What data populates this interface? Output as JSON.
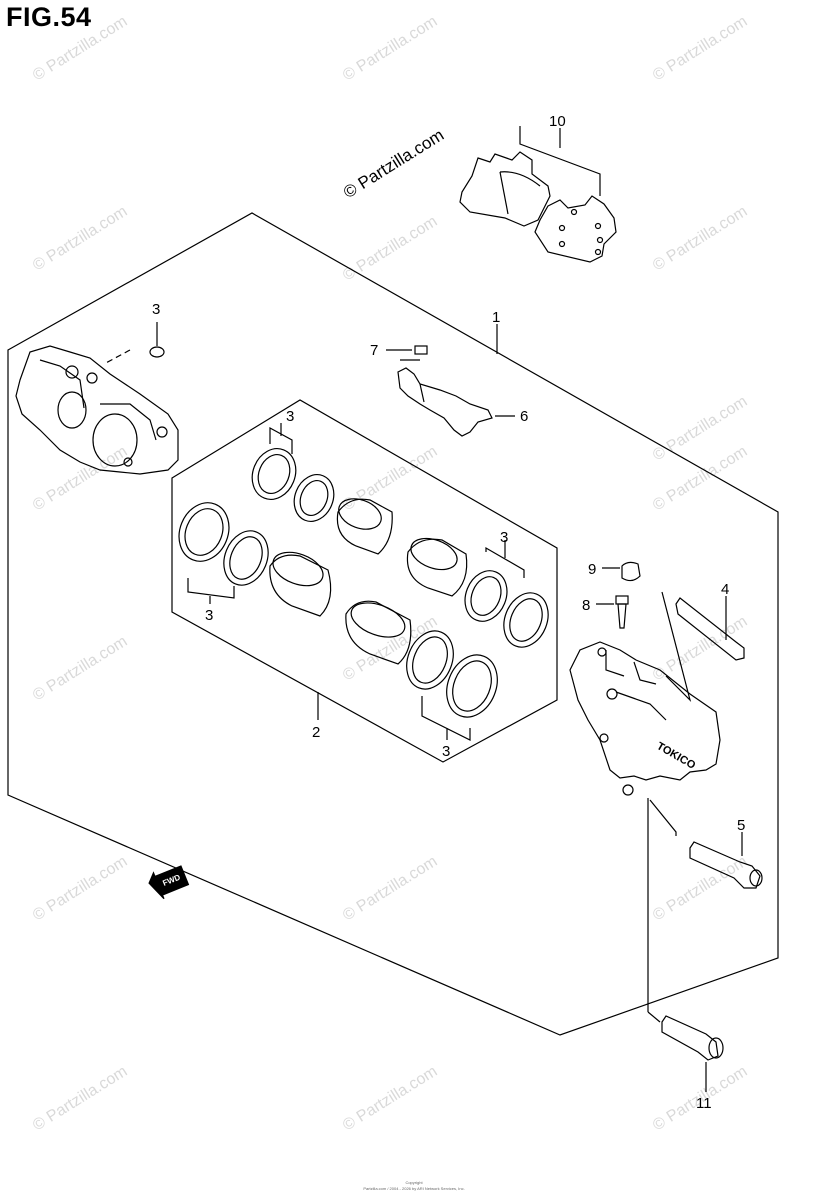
{
  "title": "FIG.54",
  "watermark": "© Partzilla.com",
  "background_watermarks": [
    "© Partzilla.com",
    "© Partzilla.com",
    "© Partzilla.com",
    "© Partzilla.com",
    "© Partzilla.com",
    "© Partzilla.com",
    "© Partzilla.com",
    "© Partzilla.com",
    "© Partzilla.com",
    "© Partzilla.com",
    "© Partzilla.com",
    "© Partzilla.com",
    "© Partzilla.com",
    "© Partzilla.com",
    "© Partzilla.com",
    "© Partzilla.com",
    "© Partzilla.com",
    "© Partzilla.com",
    "© Partzilla.com"
  ],
  "fwd_label": "FWD",
  "caliper_marking": "TOKICO",
  "callouts": {
    "c1": "1",
    "c2": "2",
    "c3_a": "3",
    "c3_b": "3",
    "c3_c": "3",
    "c3_d": "3",
    "c3_e": "3",
    "c4": "4",
    "c5": "5",
    "c6": "6",
    "c7": "7",
    "c8": "8",
    "c9": "9",
    "c10": "10",
    "c11": "11"
  },
  "footer": {
    "line1": "Copyright",
    "line2": "Partzilla.com / 2004 - 2026 by ARI Network Services, Inc."
  }
}
